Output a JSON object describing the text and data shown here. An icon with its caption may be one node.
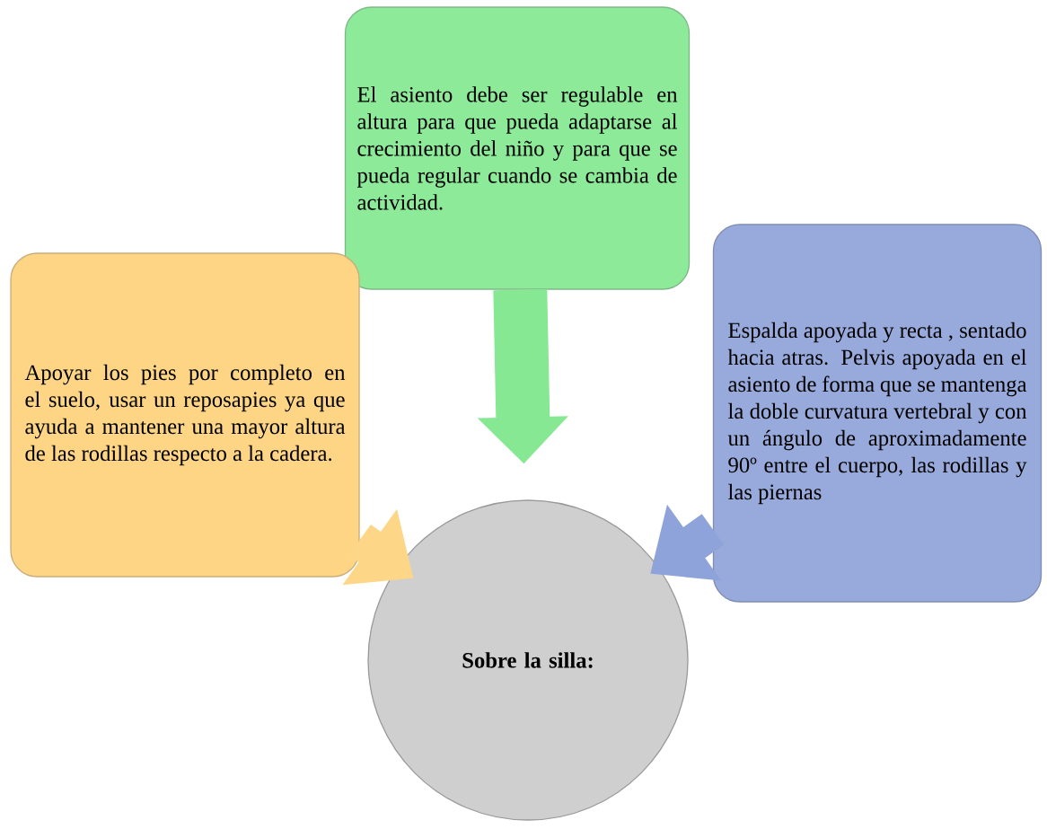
{
  "diagram": {
    "nodes": [
      {
        "text": [
          "El asiento debe ser regulable en altura para que pueda adaptarse al crecimiento del niño y para que se pueda regular cuando se cambia de actividad."
        ]
      },
      {
        "text": [
          "Apoyar los pies por completo en el suelo, usar un reposapies ya que ayuda a mantener una mayor altura de las rodillas respecto a la cadera."
        ]
      },
      {
        "text": [
          "Espalda apoyada y recta , sentado hacia atras. Pelvis apoyada en el asiento de forma que se mantenga la doble curvatura vertebral y con un ángulo de aproximadamente 90º entre el cuerpo, las rodillas y las piernas"
        ]
      },
      {
        "text": [
          "Sobre la silla:"
        ]
      }
    ],
    "edges": [
      {
        "from": 0,
        "to": 3,
        "arrow": "to",
        "color": "#86e893"
      },
      {
        "from": 1,
        "to": 3,
        "arrow": "to",
        "color": "#fdd688"
      },
      {
        "from": 2,
        "to": 3,
        "arrow": "to",
        "color": "#8ea3d9"
      }
    ]
  }
}
